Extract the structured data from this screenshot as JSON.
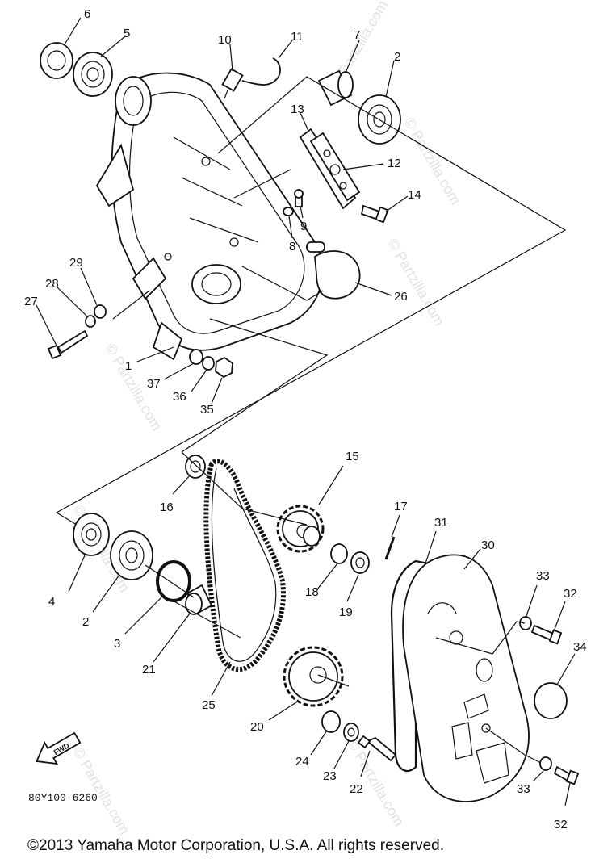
{
  "part_labels": [
    "6",
    "5",
    "10",
    "11",
    "7",
    "2",
    "13",
    "12",
    "14",
    "9",
    "8",
    "26",
    "29",
    "28",
    "27",
    "1",
    "37",
    "36",
    "35",
    "16",
    "15",
    "17",
    "31",
    "30",
    "4",
    "2",
    "3",
    "21",
    "18",
    "19",
    "33",
    "32",
    "34",
    "25",
    "20",
    "24",
    "23",
    "22",
    "33",
    "32"
  ],
  "diagram_code": "80Y100-6260",
  "fwd_label": "FWD",
  "watermark": "© Partzilla.com",
  "copyright": "©2013  Yamaha Motor Corporation, U.S.A. All rights reserved."
}
